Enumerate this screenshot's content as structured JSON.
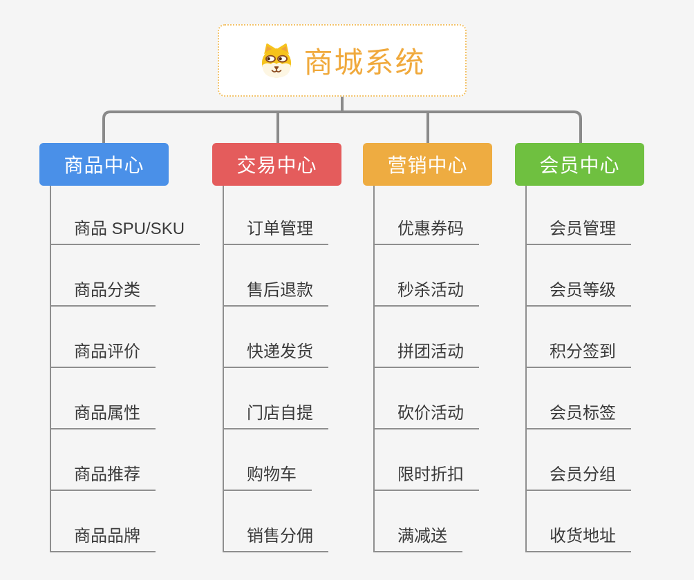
{
  "root": {
    "title": "商城系统",
    "icon": "doge-icon"
  },
  "branches": [
    {
      "label": "商品中心",
      "color": "#4a90e8",
      "items": [
        "商品 SPU/SKU",
        "商品分类",
        "商品评价",
        "商品属性",
        "商品推荐",
        "商品品牌"
      ]
    },
    {
      "label": "交易中心",
      "color": "#e45c5c",
      "items": [
        "订单管理",
        "售后退款",
        "快递发货",
        "门店自提",
        "购物车",
        "销售分佣"
      ]
    },
    {
      "label": "营销中心",
      "color": "#eeac41",
      "items": [
        "优惠券码",
        "秒杀活动",
        "拼团活动",
        "砍价活动",
        "限时折扣",
        "满减送"
      ]
    },
    {
      "label": "会员中心",
      "color": "#6fc040",
      "items": [
        "会员管理",
        "会员等级",
        "积分签到",
        "会员标签",
        "会员分组",
        "收货地址"
      ]
    }
  ],
  "colors": {
    "background": "#f5f5f5",
    "connector": "#8a8a8a",
    "leaf_line": "#8e8e8e",
    "leaf_text": "#3a3a3a",
    "root_border": "#f3c36a",
    "root_title": "#f0a93c"
  }
}
